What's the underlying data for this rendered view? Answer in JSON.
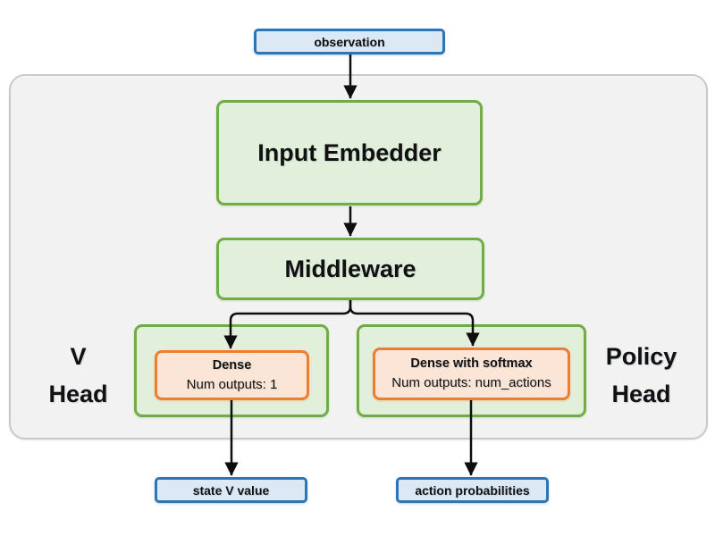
{
  "diagram": {
    "nodes": {
      "observation": {
        "label": "observation"
      },
      "input_embedder": {
        "label": "Input Embedder"
      },
      "middleware": {
        "label": "Middleware"
      },
      "v_head": {
        "line1": "V",
        "line2": "Head"
      },
      "policy_head": {
        "line1": "Policy",
        "line2": "Head"
      },
      "v_dense": {
        "title": "Dense",
        "subtitle": "Num outputs: 1"
      },
      "policy_dense": {
        "title": "Dense with softmax",
        "subtitle": "Num outputs: num_actions"
      },
      "state_v_value": {
        "label": "state V value"
      },
      "action_probabilities": {
        "label": "action probabilities"
      }
    },
    "edges": [
      "observation -> input_embedder",
      "input_embedder -> middleware",
      "middleware -> v_dense",
      "middleware -> policy_dense",
      "v_dense -> state_v_value",
      "policy_dense -> action_probabilities"
    ]
  },
  "colors": {
    "blue_border": "#2e75b6",
    "blue_fill": "#dce9f5",
    "green_border": "#70ad47",
    "green_fill": "#e2efda",
    "orange_border": "#ed7d31",
    "orange_fill": "#fbe5d6",
    "container_fill": "#f2f2f2",
    "container_border": "#c9c9c9",
    "arrow": "#0d0d0d"
  }
}
